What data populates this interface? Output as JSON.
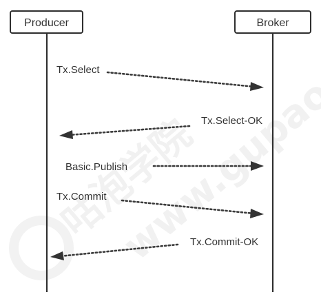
{
  "participants": {
    "producer": "Producer",
    "broker": "Broker"
  },
  "messages": [
    {
      "label": "Tx.Select",
      "from": "producer",
      "to": "broker"
    },
    {
      "label": "Tx.Select-OK",
      "from": "broker",
      "to": "producer"
    },
    {
      "label": "Basic.Publish",
      "from": "producer",
      "to": "broker"
    },
    {
      "label": "Tx.Commit",
      "from": "producer",
      "to": "broker"
    },
    {
      "label": "Tx.Commit-OK",
      "from": "broker",
      "to": "producer"
    }
  ],
  "watermark": {
    "text": "咕泡学院",
    "url": "www.gupao"
  },
  "colors": {
    "line": "#2f2f2f",
    "text": "#333333",
    "watermark": "#f1f1f1"
  }
}
